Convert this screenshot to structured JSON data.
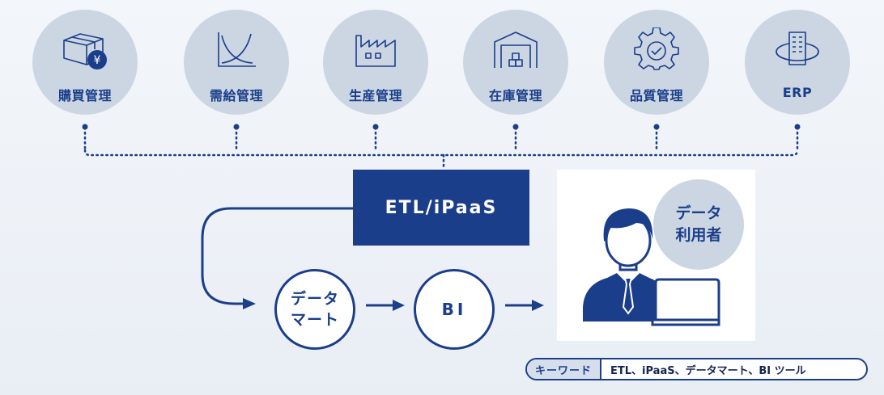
{
  "systems": [
    {
      "label": "購買管理",
      "icon": "box-yen-icon"
    },
    {
      "label": "需給管理",
      "icon": "supply-demand-chart-icon"
    },
    {
      "label": "生産管理",
      "icon": "factory-icon"
    },
    {
      "label": "在庫管理",
      "icon": "warehouse-icon"
    },
    {
      "label": "品質管理",
      "icon": "gear-check-icon"
    },
    {
      "label": "ERP",
      "icon": "building-orbit-icon"
    }
  ],
  "etl": {
    "label": "ETL/iPaaS"
  },
  "data_mart": {
    "line1": "データ",
    "line2": "マート"
  },
  "bi": {
    "label": "BI"
  },
  "user": {
    "badge": "データ\n利用者",
    "icon": "businessman-laptop-icon"
  },
  "keywords": {
    "tag": "キーワード",
    "value": "ETL、iPaaS、データマート、BI ツール"
  },
  "colors": {
    "navy": "#1b3e8a",
    "node_fill": "#ccd6e3",
    "background": "#eef2f7"
  }
}
